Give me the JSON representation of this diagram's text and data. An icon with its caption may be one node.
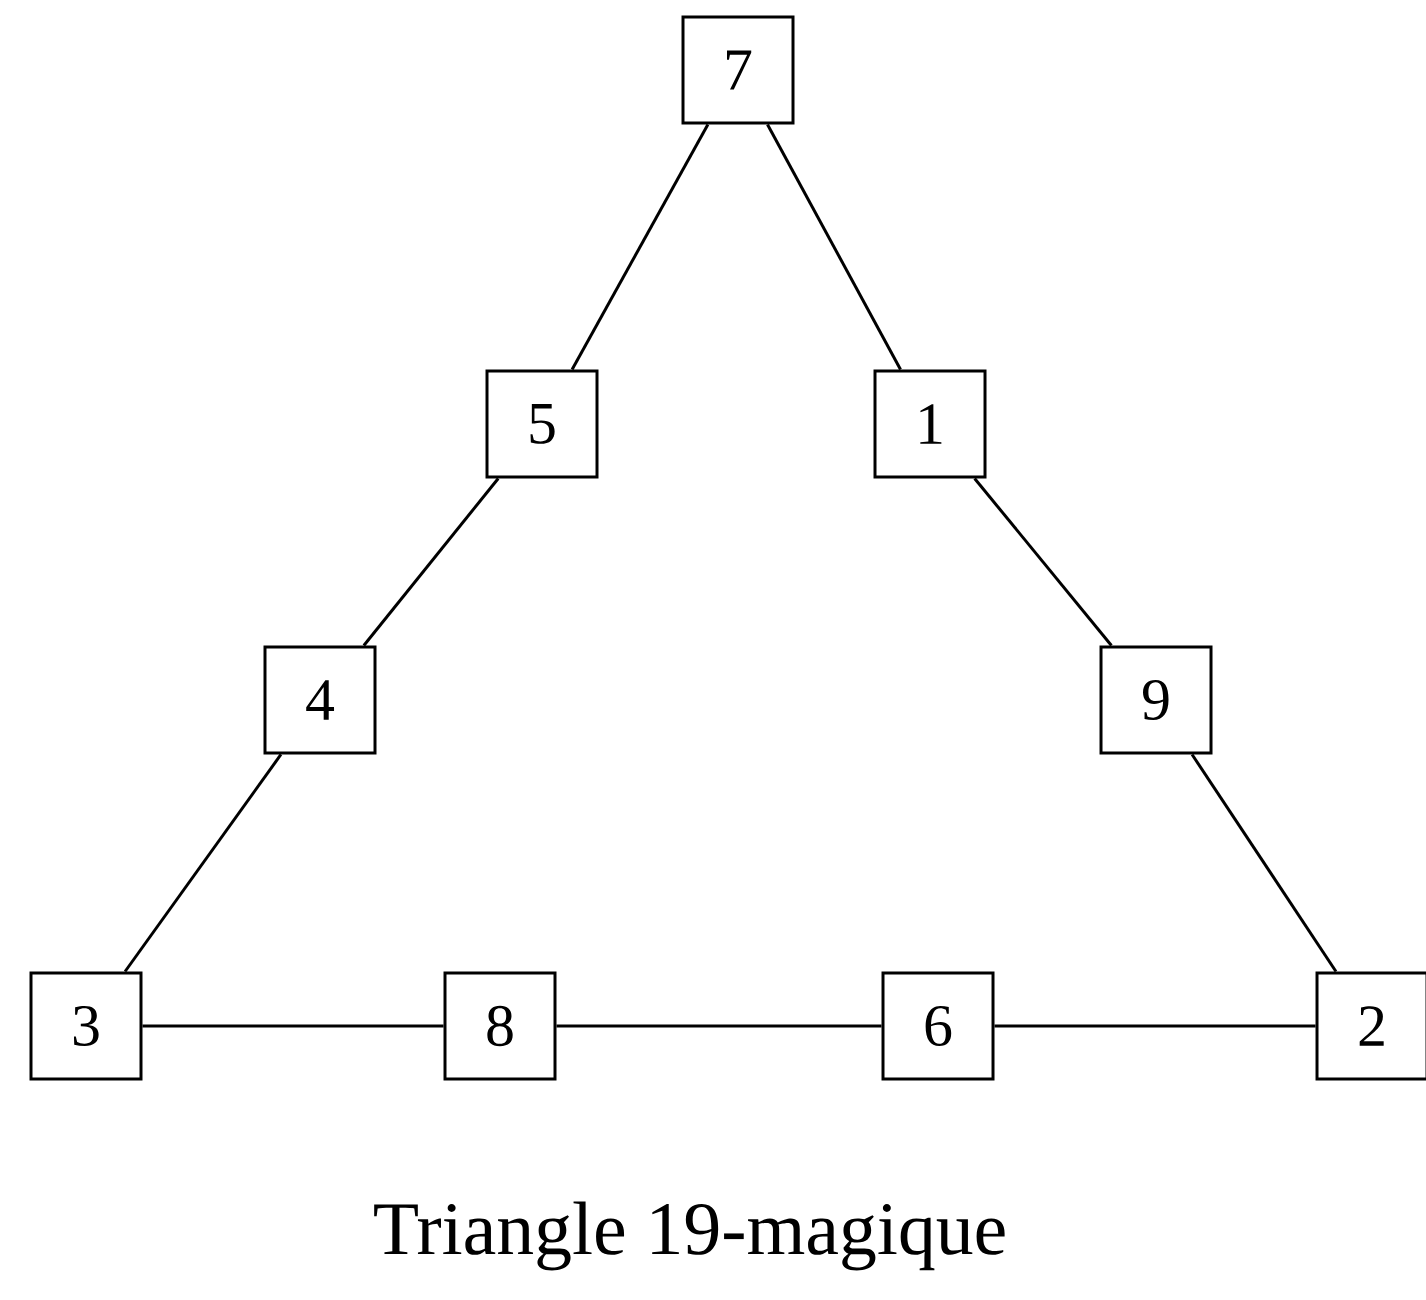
{
  "diagram": {
    "caption": "Triangle 19-magique",
    "nodes": [
      {
        "text": [
          "7"
        ]
      },
      {
        "text": [
          "5"
        ]
      },
      {
        "text": [
          "1"
        ]
      },
      {
        "text": [
          "4"
        ]
      },
      {
        "text": [
          "9"
        ]
      },
      {
        "text": [
          "3"
        ]
      },
      {
        "text": [
          "8"
        ]
      },
      {
        "text": [
          "6"
        ]
      },
      {
        "text": [
          "2"
        ]
      }
    ],
    "edges": [
      {
        "from": 0,
        "to": 1,
        "arrow": "none"
      },
      {
        "from": 1,
        "to": 3,
        "arrow": "none"
      },
      {
        "from": 3,
        "to": 5,
        "arrow": "none"
      },
      {
        "from": 5,
        "to": 6,
        "arrow": "none"
      },
      {
        "from": 6,
        "to": 7,
        "arrow": "none"
      },
      {
        "from": 7,
        "to": 8,
        "arrow": "none"
      },
      {
        "from": 8,
        "to": 4,
        "arrow": "none"
      },
      {
        "from": 4,
        "to": 2,
        "arrow": "none"
      },
      {
        "from": 2,
        "to": 0,
        "arrow": "none"
      }
    ]
  }
}
